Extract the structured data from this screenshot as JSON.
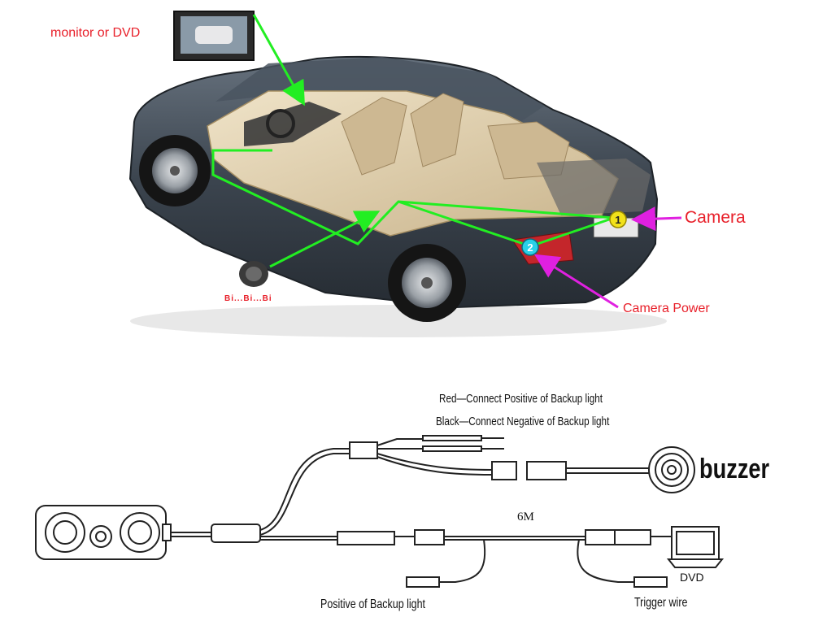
{
  "top_diagram": {
    "labels": {
      "monitor": "monitor or DVD",
      "camera": "Camera",
      "camera_power": "Camera Power",
      "buzzer_sound": "Bi...Bi...Bi",
      "point_1": "1",
      "point_2": "2"
    },
    "colors": {
      "wire": "#22ee22",
      "pointer": "#e020e0",
      "label_red": "#e8202a",
      "car_body": "#3c4550",
      "interior": "#d9c7a3",
      "marker_1": "#f2e21a",
      "marker_2": "#2ad0e8"
    }
  },
  "wiring_diagram": {
    "labels": {
      "red_wire": "Red—Connect Positive of Backup light",
      "black_wire": "Black—Connect Negative of Backup light",
      "buzzer": "buzzer",
      "length": "6M",
      "positive": "Positive of Backup light",
      "trigger": "Trigger wire",
      "dvd": "DVD"
    },
    "colors": {
      "cable": "#222222",
      "connector": "#111111"
    }
  }
}
